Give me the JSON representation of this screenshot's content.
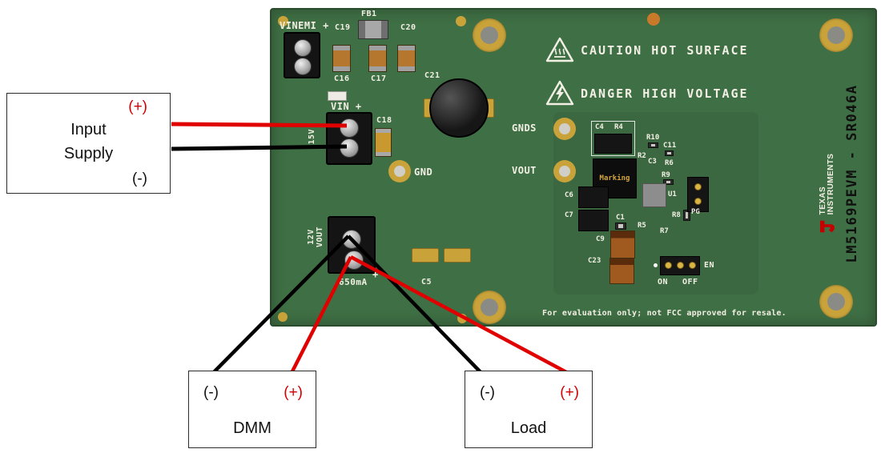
{
  "diagram": {
    "input_supply": {
      "plus": "(+)",
      "minus": "(-)",
      "line1": "Input",
      "line2": "Supply"
    },
    "dmm": {
      "minus": "(-)",
      "plus": "(+)",
      "label": "DMM"
    },
    "load": {
      "minus": "(-)",
      "plus": "(+)",
      "label": "Load"
    }
  },
  "board": {
    "labels": {
      "vinemi": "VINEMI +",
      "fb1": "FB1",
      "c19": "C19",
      "c20": "C20",
      "c16": "C16",
      "c17": "C17",
      "c21": "C21",
      "vin": "VIN +",
      "vin_range": "-15V",
      "c18": "C18",
      "gnd": "GND",
      "gnds": "GNDS",
      "vout": "VOUT",
      "c4": "C4",
      "r4": "R4",
      "r10": "R10",
      "c11": "C11",
      "r2": "R2",
      "c3": "C3",
      "r6": "R6",
      "r9": "R9",
      "marking": "Marking",
      "u1": "U1",
      "c6": "C6",
      "c7": "C7",
      "c1": "C1",
      "r8": "R8",
      "r5": "R5",
      "r7": "R7",
      "c9": "C9",
      "c23": "C23",
      "pg": "PG",
      "en": "EN",
      "on": "ON",
      "off": "OFF",
      "out_voltage": "12V",
      "out_vout": "VOUT",
      "out_current": "650mA",
      "out_plus": "+",
      "c5": "C5"
    },
    "warnings": {
      "hot_surface": "CAUTION HOT SURFACE",
      "high_voltage": "DANGER HIGH VOLTAGE"
    },
    "footer": "For evaluation only; not FCC approved for resale.",
    "branding": {
      "maker_line1": "TEXAS",
      "maker_line2": "INSTRUMENTS",
      "part_number": "LM5169PEVM - SR046A"
    }
  },
  "colors": {
    "board_green": "#3f6f44",
    "wire_red": "#e00000",
    "wire_black": "#000000",
    "silkscreen": "#f2efe4",
    "pad_gold": "#c9a33a",
    "annotation_red": "#d40000"
  }
}
